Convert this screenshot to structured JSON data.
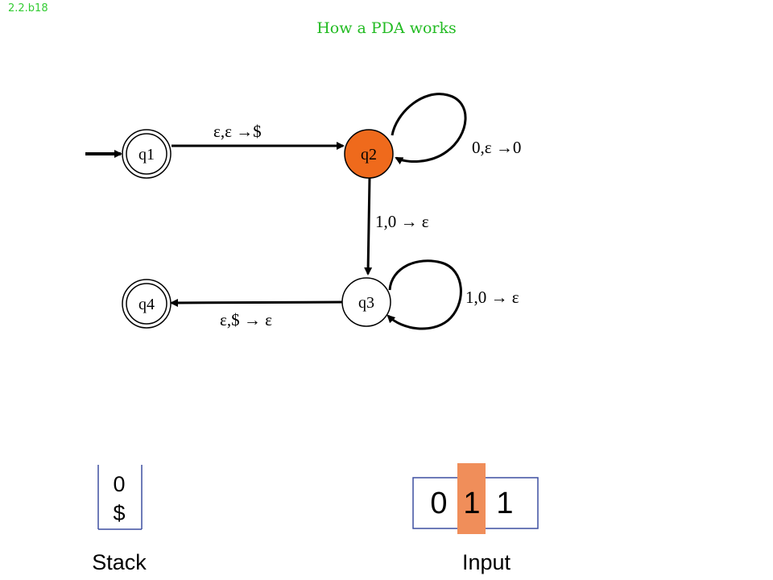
{
  "header": {
    "slide_id": "2.2.b18",
    "title": "How a PDA works"
  },
  "colors": {
    "title_green": "#22bb22",
    "active_state": "#ef6a1c",
    "head_highlight": "#f08e5a",
    "box_border": "#3d4fa0"
  },
  "states": {
    "q1": "q1",
    "q2": "q2",
    "q3": "q3",
    "q4": "q4"
  },
  "active_state": "q2",
  "transitions": {
    "q1_q2": "ε,ε →$",
    "q2_loop": "0,ε →0",
    "q2_q3": "1,0 → ε",
    "q3_loop": "1,0 → ε",
    "q3_q4": "ε,$ → ε"
  },
  "stack": {
    "label": "Stack",
    "items": [
      "0",
      "$"
    ]
  },
  "input": {
    "label": "Input",
    "symbols": [
      "0",
      "1",
      "1"
    ],
    "head_position": 1
  }
}
